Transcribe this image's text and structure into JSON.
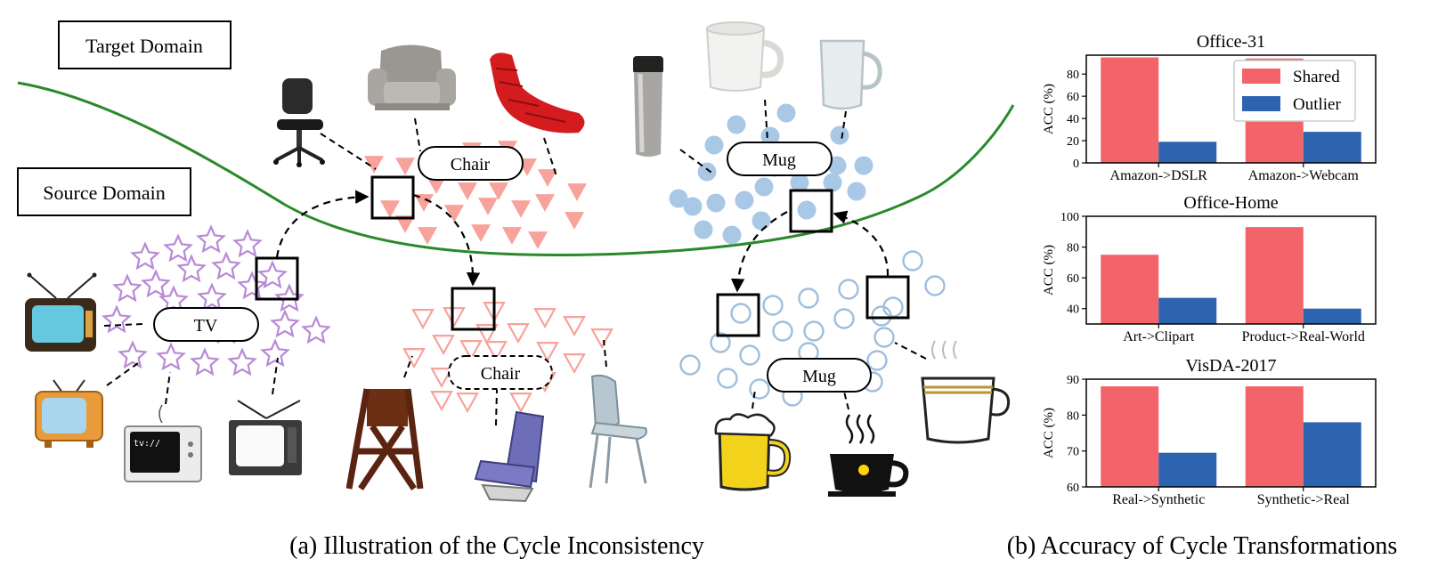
{
  "illustration": {
    "target_domain_label": "Target Domain",
    "source_domain_label": "Source Domain",
    "cluster_labels": {
      "tv": "TV",
      "chair_target": "Chair",
      "chair_source": "Chair",
      "mug_target": "Mug",
      "mug_source": "Mug"
    },
    "tv_screen_text": "tv://",
    "caption": "(a) Illustration of the Cycle Inconsistency"
  },
  "colors": {
    "shared": "#f26469",
    "outlier": "#2d64b0",
    "boundary": "#2a8a2a",
    "star": "#b98ad6",
    "triangle": "#f7a39b",
    "circle_fill": "#a9c8e6",
    "circle_ring": "#9ebedc"
  },
  "chart_caption": "(b) Accuracy of Cycle Transformations",
  "legend": {
    "shared": "Shared",
    "outlier": "Outlier"
  },
  "chart_data": [
    {
      "type": "bar",
      "title": "Office-31",
      "ylabel": "ACC (%)",
      "categories": [
        "Amazon->DSLR",
        "Amazon->Webcam"
      ],
      "series": [
        {
          "name": "Shared",
          "values": [
            95,
            94
          ]
        },
        {
          "name": "Outlier",
          "values": [
            19,
            28
          ]
        }
      ],
      "ylim": [
        0,
        97
      ],
      "yticks": [
        0,
        20,
        40,
        60,
        80
      ],
      "legend": "top-right"
    },
    {
      "type": "bar",
      "title": "Office-Home",
      "ylabel": "ACC (%)",
      "categories": [
        "Art->Clipart",
        "Product->Real-World"
      ],
      "series": [
        {
          "name": "Shared",
          "values": [
            75,
            93
          ]
        },
        {
          "name": "Outlier",
          "values": [
            47,
            40
          ]
        }
      ],
      "ylim": [
        30,
        100
      ],
      "yticks": [
        40,
        60,
        80,
        100
      ]
    },
    {
      "type": "bar",
      "title": "VisDA-2017",
      "ylabel": "ACC (%)",
      "categories": [
        "Real->Synthetic",
        "Synthetic->Real"
      ],
      "series": [
        {
          "name": "Shared",
          "values": [
            88,
            88
          ]
        },
        {
          "name": "Outlier",
          "values": [
            69.5,
            78
          ]
        }
      ],
      "ylim": [
        60,
        90
      ],
      "yticks": [
        60,
        70,
        80,
        90
      ]
    }
  ]
}
